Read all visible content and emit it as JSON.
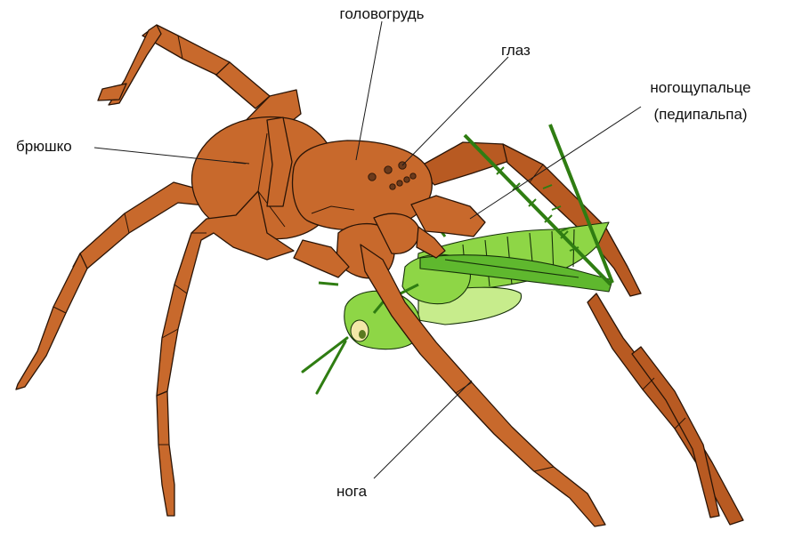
{
  "labels": {
    "cephalothorax": "головогрудь",
    "eye": "глаз",
    "pedipalp_line1": "ногощупальце",
    "pedipalp_line2": "(педипальпа)",
    "abdomen": "брюшко",
    "leg": "нога"
  },
  "colors": {
    "spider_body": "#c8692c",
    "spider_dark": "#b85a22",
    "outline": "#2a1406",
    "grasshopper_light": "#8ed646",
    "grasshopper_mid": "#5fb82e",
    "grasshopper_dark": "#2f7d12",
    "wing": "#c7ec8c",
    "eye": "#f3e8a8"
  }
}
